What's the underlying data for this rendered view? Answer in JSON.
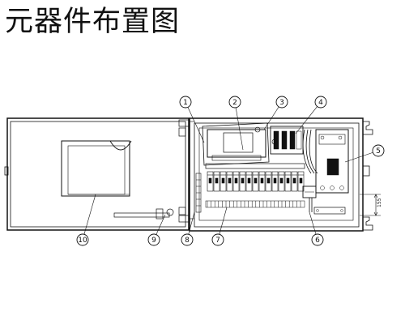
{
  "title": "元器件布置图",
  "callouts": [
    {
      "num": "1",
      "glyph": "①"
    },
    {
      "num": "2",
      "glyph": "②"
    },
    {
      "num": "3",
      "glyph": "③"
    },
    {
      "num": "4",
      "glyph": "④"
    },
    {
      "num": "5",
      "glyph": "⑤"
    },
    {
      "num": "6",
      "glyph": "⑥"
    },
    {
      "num": "7",
      "glyph": "⑦"
    },
    {
      "num": "8",
      "glyph": "⑧"
    },
    {
      "num": "9",
      "glyph": "⑨"
    },
    {
      "num": "10",
      "glyph": "⑩"
    }
  ],
  "dimension": "155",
  "colors": {
    "line": "#111111",
    "background": "#ffffff"
  }
}
